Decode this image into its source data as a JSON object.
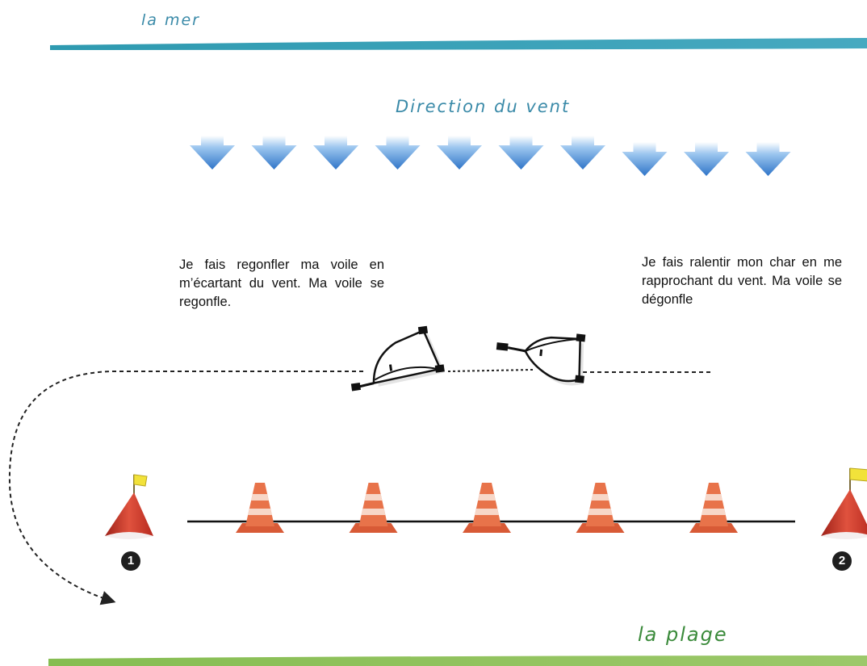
{
  "labels": {
    "sea": "la mer",
    "wind": "Direction du vent",
    "beach": "la plage"
  },
  "captions": {
    "left": "Je fais regonfler ma voile en m’écartant du vent. Ma voile se regonfle.",
    "right": "Je fais ralentir mon char en me rapprochant du vent. Ma voile se dégonfle"
  },
  "markers": {
    "first": "1",
    "second": "2"
  },
  "colors": {
    "sea_line": "#3a9fb4",
    "beach_line": "#8cc05a",
    "wind_arrow": "#3a7fd0",
    "cone": "#e8734a",
    "buoy": "#c8352a",
    "flag": "#f2e23a"
  },
  "wind_arrow_count": 10,
  "cone_count": 5
}
